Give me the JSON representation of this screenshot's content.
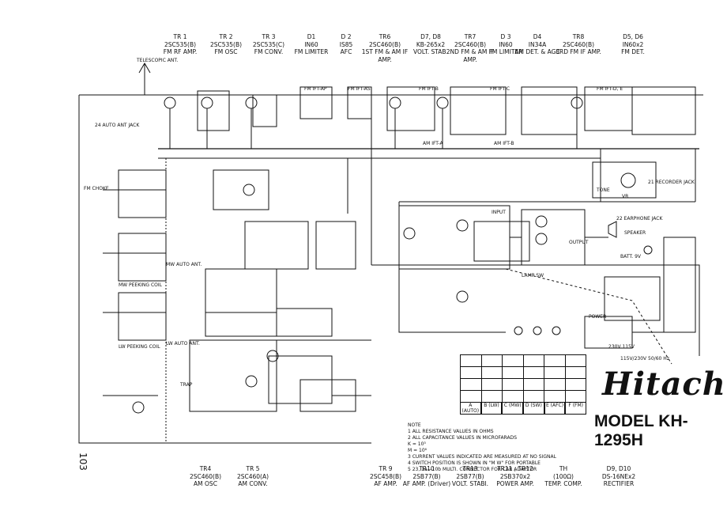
{
  "header": {
    "TR1": {
      "name": "TR 1",
      "part": "2SC535(B)",
      "desc": "FM RF AMP."
    },
    "TR2": {
      "name": "TR 2",
      "part": "2SC535(B)",
      "desc": "FM OSC"
    },
    "TR3": {
      "name": "TR 3",
      "part": "2SC535(C)",
      "desc": "FM CONV."
    },
    "D1": {
      "name": "D1",
      "part": "IN60",
      "desc": "FM LIMITER"
    },
    "D2": {
      "name": "D 2",
      "part": "IS85",
      "desc": "AFC"
    },
    "TR6": {
      "name": "TR6",
      "part": "2SC460(B)",
      "desc": "1ST FM & AM IF AMP."
    },
    "D7D8": {
      "name": "D7, D8",
      "part": "KB-265x2",
      "desc": "VOLT. STAB."
    },
    "TR7": {
      "name": "TR7",
      "part": "2SC460(B)",
      "desc": "2ND FM & AM IF AMP."
    },
    "D3": {
      "name": "D 3",
      "part": "IN60",
      "desc": "FM LIMITER"
    },
    "D4": {
      "name": "D4",
      "part": "IN34A",
      "desc": "AM DET. & AGC"
    },
    "TR8": {
      "name": "TR8",
      "part": "2SC460(B)",
      "desc": "3RD FM IF AMP."
    },
    "D5D6": {
      "name": "D5, D6",
      "part": "IN60x2",
      "desc": "FM DET."
    }
  },
  "footer": {
    "TR4": {
      "name": "TR4",
      "part": "2SC460(B)",
      "desc": "AM OSC"
    },
    "TR5": {
      "name": "TR 5",
      "part": "2SC460(A)",
      "desc": "AM CONV."
    },
    "TR9": {
      "name": "TR 9",
      "part": "2SC458(B)",
      "desc": "AF AMP."
    },
    "TR10": {
      "name": "TR10",
      "part": "2SB77(B)",
      "desc": "AF AMP. (Driver)"
    },
    "TR13": {
      "name": "TR13",
      "part": "2SB77(B)",
      "desc": "VOLT. STABI."
    },
    "TR11TR12": {
      "name": "TR11 , TR12",
      "part": "2SB370x2",
      "desc": "POWER AMP."
    },
    "TH": {
      "name": "TH",
      "part": "(100Ω)",
      "desc": "TEMP. COMP."
    },
    "D9D10": {
      "name": "D9, D10",
      "part": "DS-16NEx2",
      "desc": "RECTIFIER"
    }
  },
  "brand": "Hitachi",
  "model": "MODEL KH-1295H",
  "page_number": "103",
  "notes": {
    "heading": "NOTE",
    "items": [
      "1   ALL  RESISTANCE  VALUES  IN  OHMS",
      "2   ALL  CAPACITANCE  VALUES  IN  MICROFARADS",
      "          K = 10³",
      "          M = 10⁶",
      "3   CURRENT  VALUES  INDICATED  ARE  MEASURED  AT  NO  SIGNAL",
      "4   SWITCH  POSITION  IS  SHOWN  IN  \"M W\"  FOR  PORTABLE",
      "5   23,  1a—10b  MULTI.  CONNECTOR  FOR  CAR  ADAPTOR"
    ]
  },
  "bands": [
    "A (AUTO)",
    "B (LW)",
    "C (MW)",
    "D (SW)",
    "E (AFC)",
    "F (FM)"
  ],
  "labels": {
    "telescopic_ant": "TELESCOPIC ANT.",
    "auto_ant": "24 AUTO ANT JACK",
    "fm_choke": "FM CHOKE",
    "mw_peeking": "MW PEEKING COIL",
    "lw_peeking": "LW PEEKING COIL",
    "lw_auto_ant": "LW AUTO ANT.",
    "mw_auto_ant": "MW AUTO ANT.",
    "trap": "TRAP",
    "recorder_jack": "21 RECORDER JACK",
    "earphone_jack": "22 EARPHONE JACK",
    "speaker": "SPEAKER",
    "batt": "BATT. 9V",
    "power": "POWER",
    "volts": "230V  115V",
    "ac_mains": "115V/230V 50/60 Hz",
    "input": "INPUT",
    "output": "OUTPUT",
    "lamp_sw": "LAMP SW",
    "fm_ift_ap": "FM IFT-AP",
    "fm_ift_as": "FM IFT-AS",
    "fm_ift_b": "FM IFT-B",
    "fm_ift_c": "FM IFT-C",
    "fm_ift_de": "FM IFT-D, E",
    "am_ift_a": "AM IFT-A",
    "am_ift_b": "AM IFT-B",
    "tone": "TONE",
    "vr": "VR"
  }
}
